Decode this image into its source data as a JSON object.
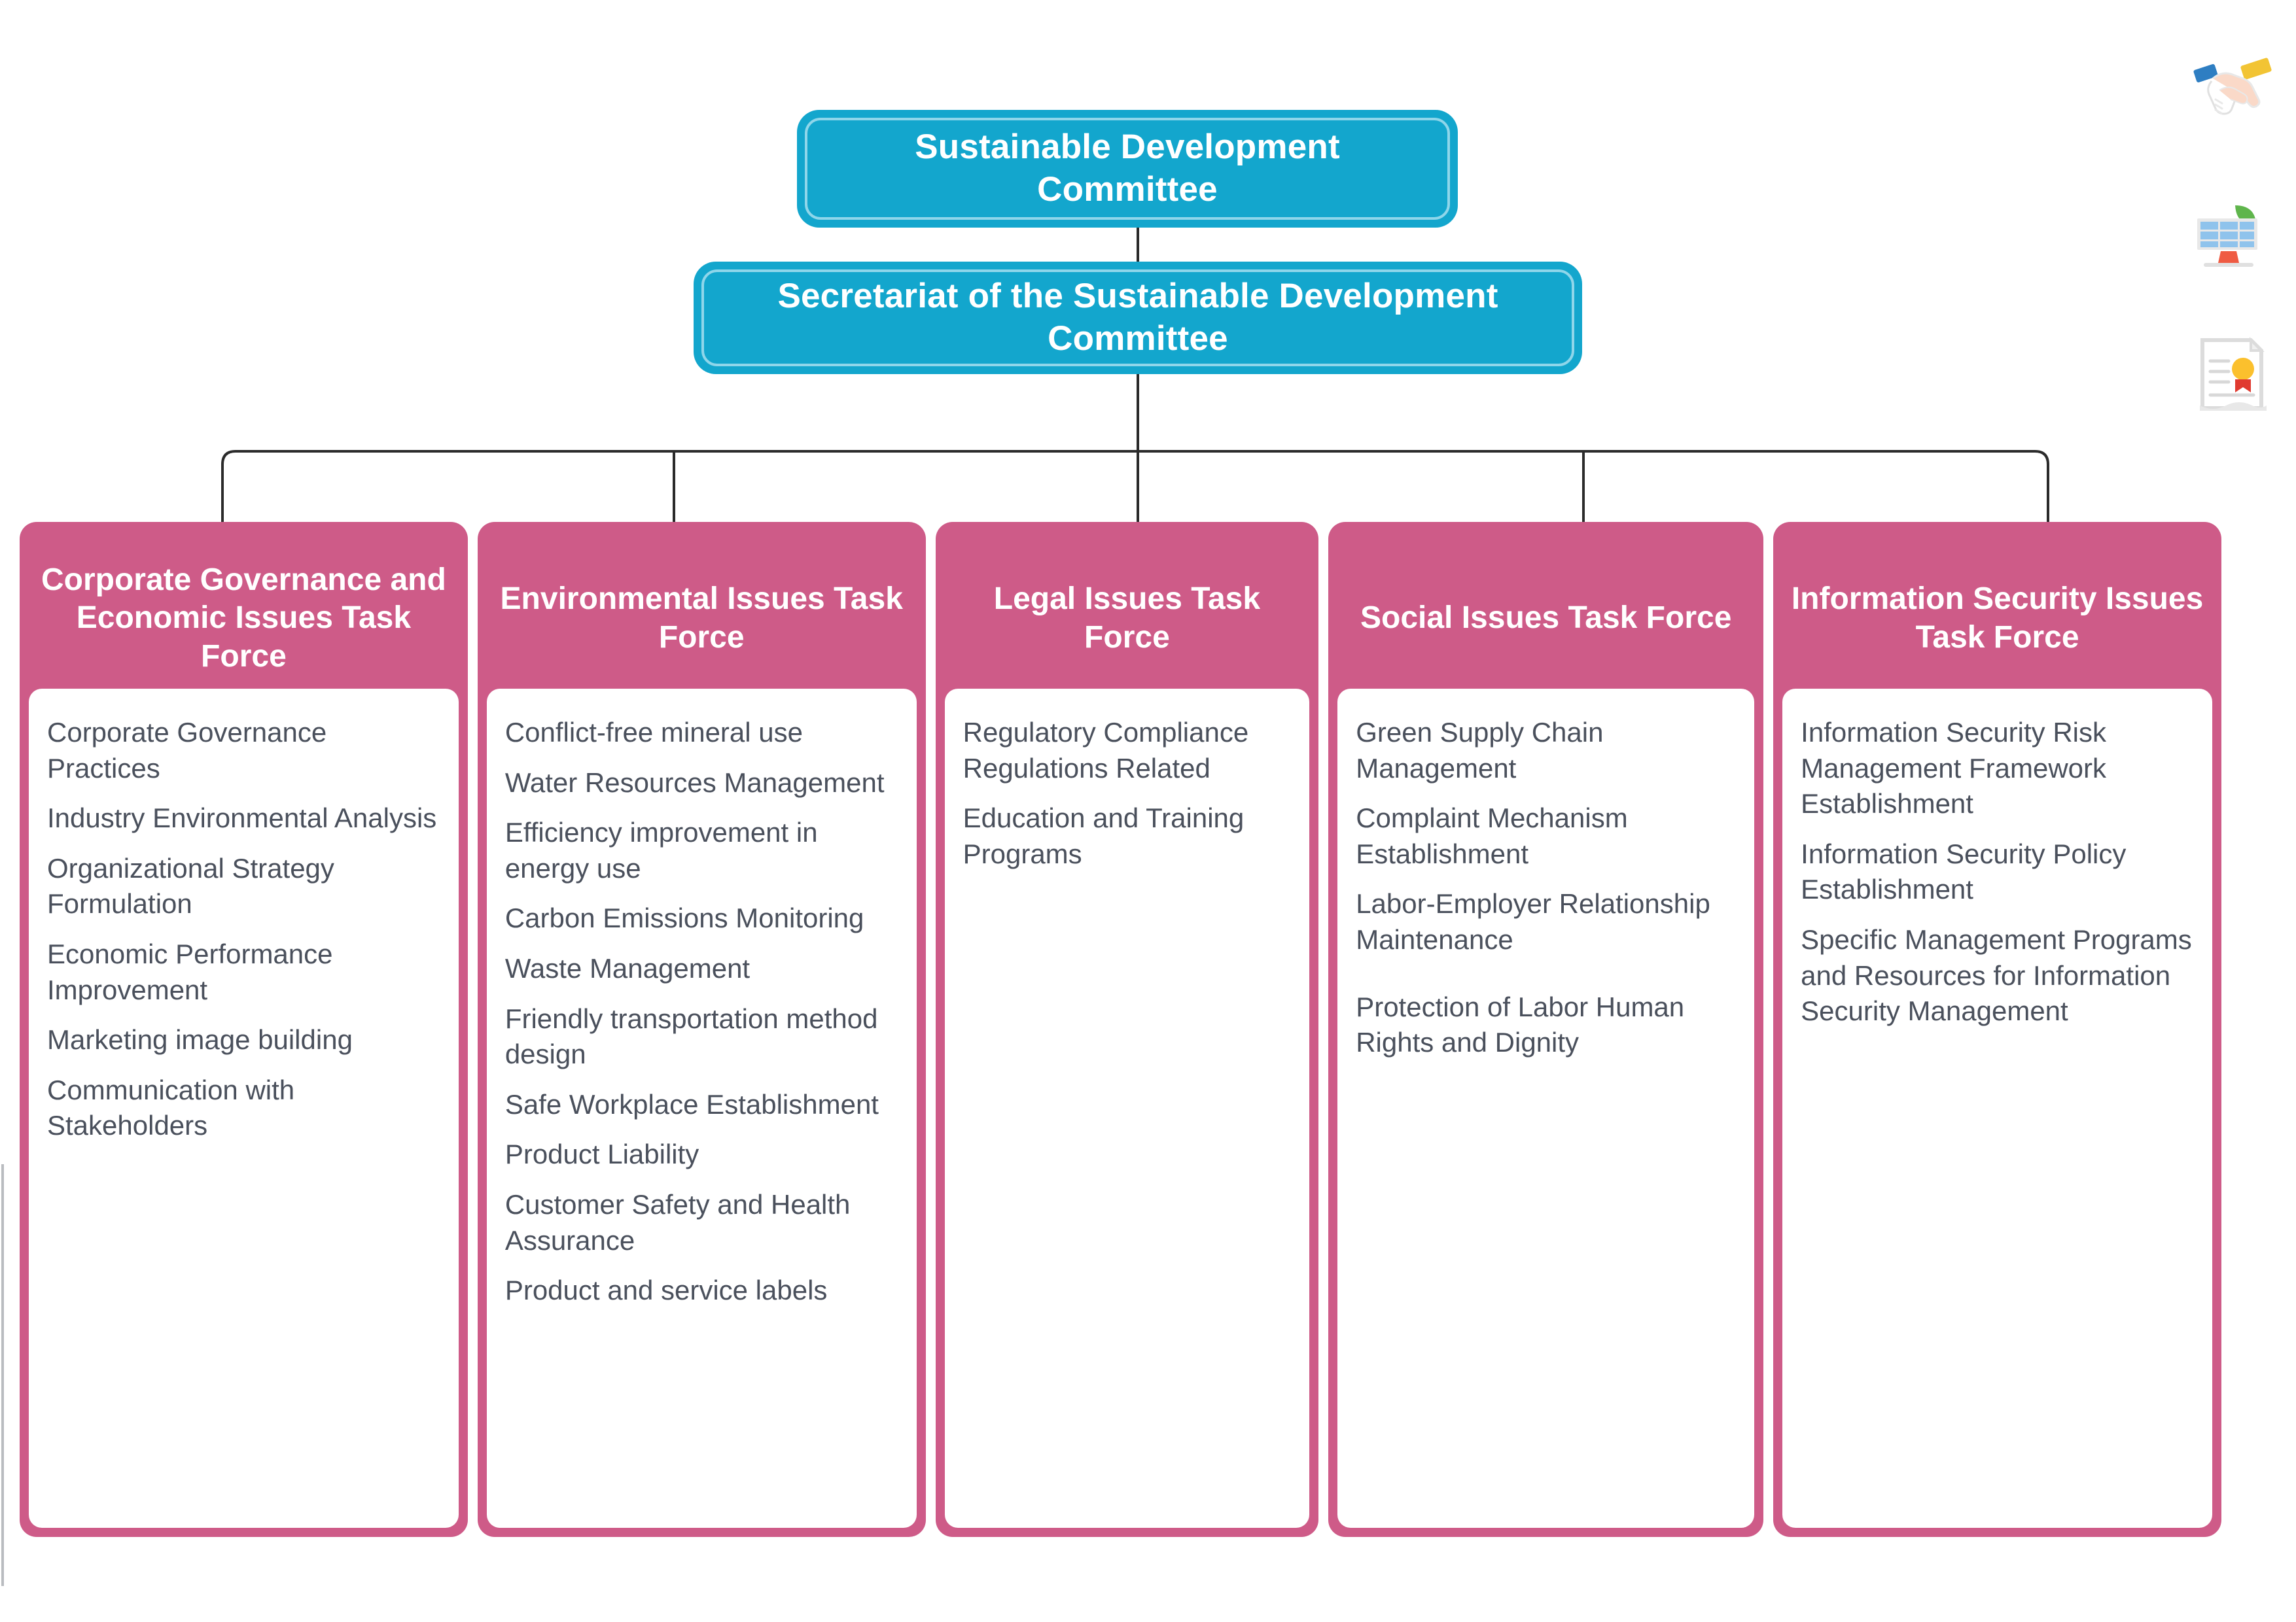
{
  "top": {
    "committee": "Sustainable Development Committee",
    "secretariat": "Secretariat of the Sustainable Development Committee"
  },
  "colors": {
    "cyan": "#13A6CD",
    "cyan_inner_stroke": "#8FD6EA",
    "pink": "#CE5B88",
    "body_text": "#4A505C",
    "connector_line": "#2B2B2B",
    "white": "#FFFFFF"
  },
  "task_forces": [
    {
      "title": "Corporate Governance and Economic Issues Task Force",
      "items": [
        "Corporate Governance Practices",
        "Industry Environmental Analysis",
        "Organizational Strategy Formulation",
        "Economic Performance Improvement",
        "Marketing image building",
        "Communication with Stakeholders"
      ]
    },
    {
      "title": "Environmental Issues Task Force",
      "items": [
        "Conflict-free mineral use",
        "Water Resources Management",
        "Efficiency improvement in energy use",
        "Carbon Emissions Monitoring",
        "Waste Management",
        "Friendly transportation method design",
        "Safe Workplace Establishment",
        "Product Liability",
        "Customer Safety and Health Assurance",
        "Product and service labels"
      ]
    },
    {
      "title": "Legal Issues Task Force",
      "items": [
        "Regulatory Compliance Regulations Related",
        "Education and Training Programs"
      ]
    },
    {
      "title": "Social Issues Task Force",
      "items": [
        "Green Supply Chain Management",
        "Complaint Mechanism Establishment",
        "Labor-Employer Relationship Maintenance",
        "Protection of Labor Human Rights and Dignity"
      ]
    },
    {
      "title": "Information Security Issues Task Force",
      "items": [
        "Information Security Risk Management Framework Establishment",
        "Information Security Policy Establishment",
        "Specific Management Programs and Resources for Information Security Management"
      ]
    }
  ],
  "decorative_icons": [
    {
      "name": "handshake-icon"
    },
    {
      "name": "solar-panel-leaf-icon"
    },
    {
      "name": "certificate-icon"
    }
  ]
}
